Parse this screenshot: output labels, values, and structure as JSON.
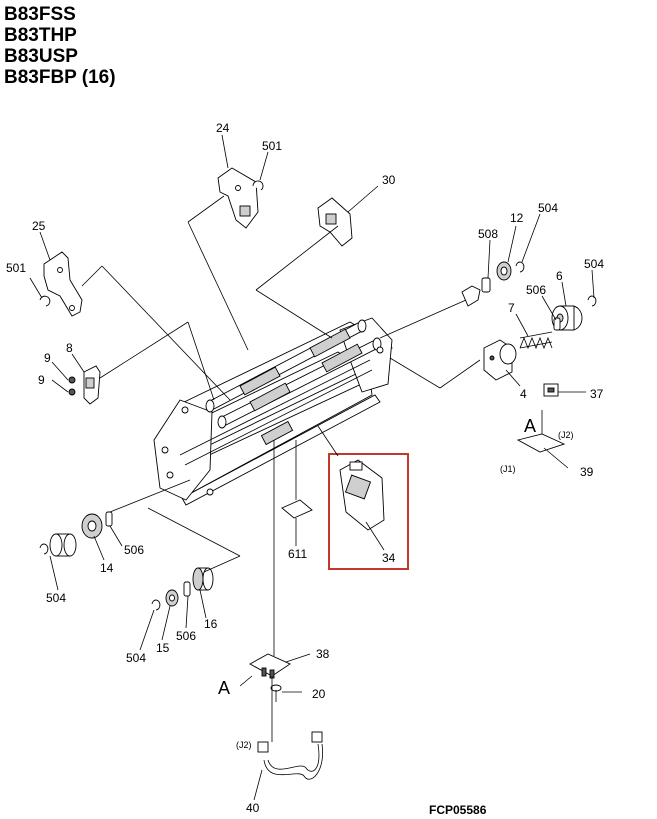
{
  "header": {
    "models": [
      "B83FSS",
      "B83THP",
      "B83USP",
      "B83FBP (16)"
    ]
  },
  "footer": {
    "figure_code": "FCP05586"
  },
  "callouts": {
    "c24": "24",
    "c501a": "501",
    "c30": "30",
    "c25": "25",
    "c501b": "501",
    "c508": "508",
    "c12": "12",
    "c504a": "504",
    "c6": "6",
    "c504b": "504",
    "c506a": "506",
    "c7": "7",
    "c8": "8",
    "c9a": "9",
    "c9b": "9",
    "c4": "4",
    "c37": "37",
    "cA1": "A",
    "cJ2a": "(J2)",
    "cJ1": "(J1)",
    "c39": "39",
    "c611": "611",
    "c34": "34",
    "c506b": "506",
    "c14": "14",
    "c504c": "504",
    "c16": "16",
    "c506c": "506",
    "c15": "15",
    "c504d": "504",
    "c38": "38",
    "cA2": "A",
    "c20": "20",
    "cJ2b": "(J2)",
    "c40": "40"
  },
  "highlight": {
    "color": "#c0392b",
    "part": "34"
  },
  "colors": {
    "line": "#000000",
    "fill_light": "#ffffff",
    "fill_mid": "#cfcfcf"
  }
}
